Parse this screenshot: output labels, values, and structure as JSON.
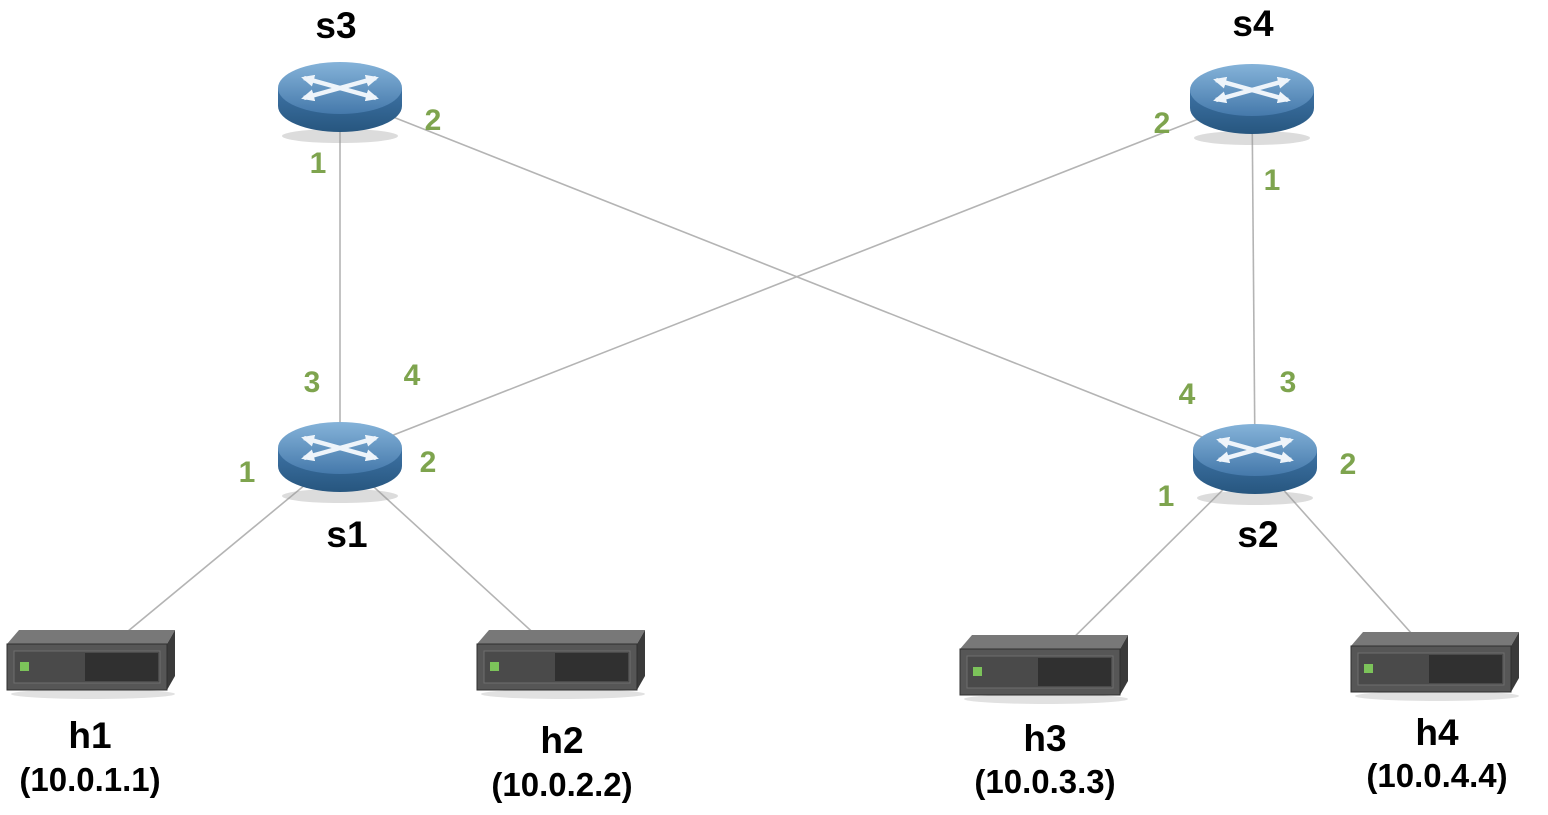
{
  "diagram": {
    "type": "network-topology"
  },
  "colors": {
    "port_label_green": "#7ea44e",
    "switch_top_blue": "#85b3d9",
    "switch_body_blue": "#2f6295",
    "host_gray": "#565656",
    "led_green": "#7cc35a",
    "link_gray": "#b4b4b4",
    "label_black": "#000000",
    "background": "#ffffff"
  },
  "nodes": {
    "s1": {
      "label": "s1",
      "type": "switch",
      "ports": {
        "1": "1",
        "2": "2",
        "3": "3",
        "4": "4"
      }
    },
    "s2": {
      "label": "s2",
      "type": "switch",
      "ports": {
        "1": "1",
        "2": "2",
        "3": "3",
        "4": "4"
      }
    },
    "s3": {
      "label": "s3",
      "type": "switch",
      "ports": {
        "1": "1",
        "2": "2"
      }
    },
    "s4": {
      "label": "s4",
      "type": "switch",
      "ports": {
        "1": "1",
        "2": "2"
      }
    },
    "h1": {
      "label": "h1",
      "type": "host",
      "ip": "(10.0.1.1)"
    },
    "h2": {
      "label": "h2",
      "type": "host",
      "ip": "(10.0.2.2)"
    },
    "h3": {
      "label": "h3",
      "type": "host",
      "ip": "(10.0.3.3)"
    },
    "h4": {
      "label": "h4",
      "type": "host",
      "ip": "(10.0.4.4)"
    }
  },
  "links": [
    {
      "from": "s3",
      "from_port": "1",
      "to": "s1",
      "to_port": "3"
    },
    {
      "from": "s3",
      "from_port": "2",
      "to": "s2",
      "to_port": "4"
    },
    {
      "from": "s4",
      "from_port": "2",
      "to": "s1",
      "to_port": "4"
    },
    {
      "from": "s4",
      "from_port": "1",
      "to": "s2",
      "to_port": "3"
    },
    {
      "from": "s1",
      "from_port": "1",
      "to": "h1",
      "to_port": ""
    },
    {
      "from": "s1",
      "from_port": "2",
      "to": "h2",
      "to_port": ""
    },
    {
      "from": "s2",
      "from_port": "1",
      "to": "h3",
      "to_port": ""
    },
    {
      "from": "s2",
      "from_port": "2",
      "to": "h4",
      "to_port": ""
    }
  ]
}
